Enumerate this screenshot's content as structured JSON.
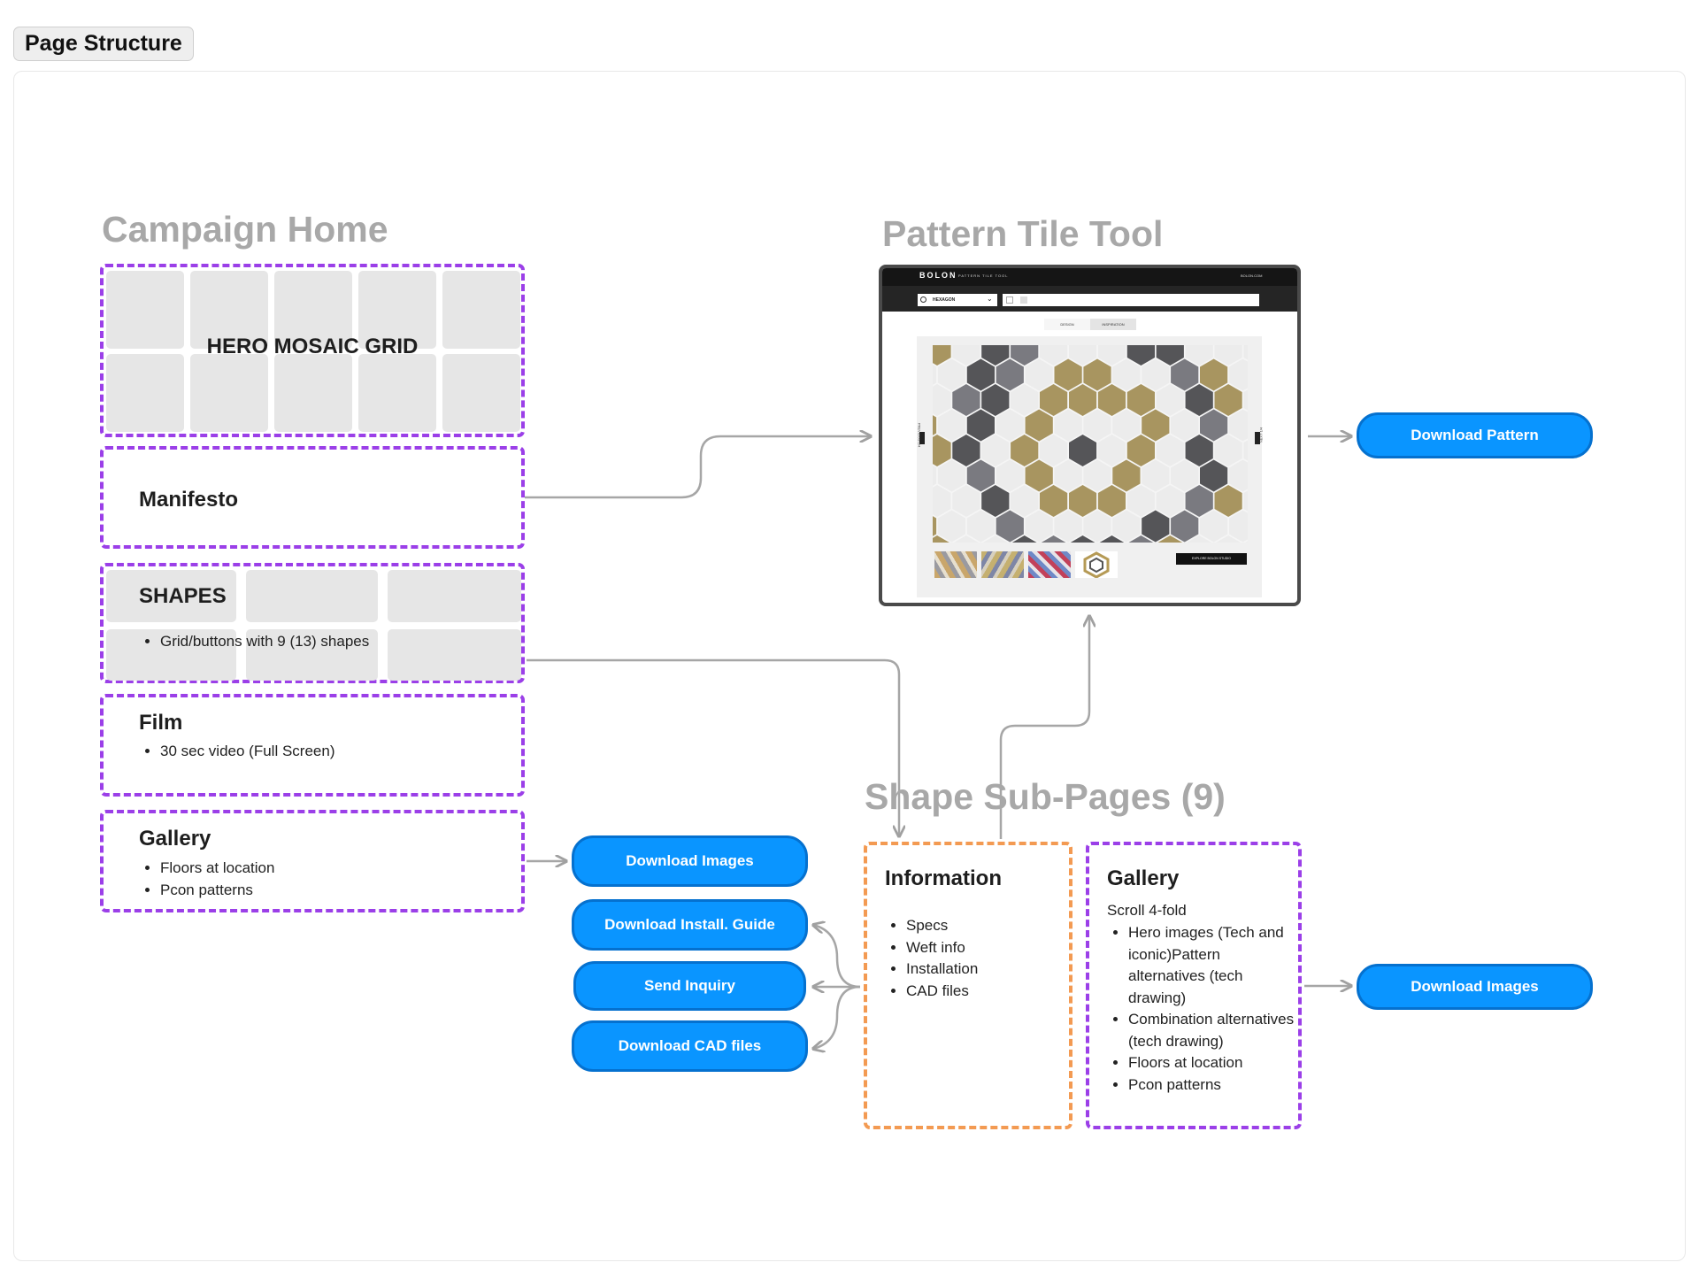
{
  "page_tag": "Page Structure",
  "sections": {
    "campaign_home": "Campaign Home",
    "pattern_tool": "Pattern Tile Tool",
    "shape_sub": "Shape Sub-Pages (9)"
  },
  "home": {
    "hero": "HERO MOSAIC GRID",
    "manifesto": "Manifesto",
    "shapes": {
      "title": "SHAPES",
      "bullets": [
        "Grid/buttons with 9 (13) shapes"
      ]
    },
    "film": {
      "title": "Film",
      "bullets": [
        "30 sec video (Full Screen)"
      ]
    },
    "gallery": {
      "title": "Gallery",
      "bullets": [
        "Floors at location",
        "Pcon patterns"
      ]
    }
  },
  "tool_mock": {
    "logo": "BOLON",
    "app_name": "PATTERN TILE TOOL",
    "site": "BOLON.COM",
    "select_value": "HEXAGON",
    "tabs": [
      "DESIGN",
      "INSPIRATION"
    ],
    "prev": "PREVIOUS 1/4",
    "next": "NEXT 1/4",
    "explore": "EXPLORE BOLON STUDIO"
  },
  "buttons": {
    "download_pattern": "Download Pattern",
    "download_images_home": "Download Images",
    "download_install": "Download Install. Guide",
    "send_inquiry": "Send Inquiry",
    "download_cad": "Download CAD files",
    "download_images_sub": "Download Images"
  },
  "information": {
    "title": "Information",
    "bullets": [
      "Specs",
      "Weft info",
      "Installation",
      "CAD files"
    ]
  },
  "sub_gallery": {
    "title": "Gallery",
    "subtitle": "Scroll 4-fold",
    "bullets": [
      "Hero images (Tech and iconic)Pattern alternatives (tech drawing)",
      "Combination alternatives (tech drawing)",
      "Floors at location",
      "Pcon patterns"
    ]
  },
  "colors": {
    "purple_dash": "#9b3fe8",
    "orange_dash": "#f39a52",
    "button_blue": "#0a95ff",
    "section_gray": "#a8a8a8",
    "arrow_gray": "#a0a0a0"
  }
}
